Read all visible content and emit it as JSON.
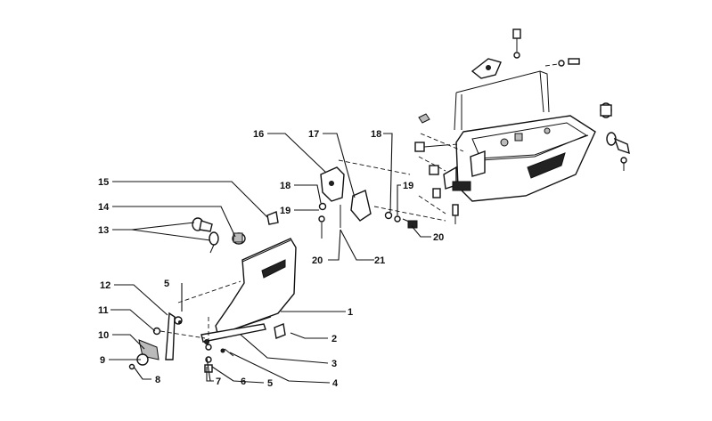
{
  "callouts": [
    {
      "id": "c1",
      "text": "1"
    },
    {
      "id": "c2",
      "text": "2"
    },
    {
      "id": "c3",
      "text": "3"
    },
    {
      "id": "c4",
      "text": "4"
    },
    {
      "id": "c5a",
      "text": "5"
    },
    {
      "id": "c5b",
      "text": "5"
    },
    {
      "id": "c6",
      "text": "6"
    },
    {
      "id": "c7",
      "text": "7"
    },
    {
      "id": "c8",
      "text": "8"
    },
    {
      "id": "c9",
      "text": "9"
    },
    {
      "id": "c10",
      "text": "10"
    },
    {
      "id": "c11",
      "text": "11"
    },
    {
      "id": "c12",
      "text": "12"
    },
    {
      "id": "c13",
      "text": "13"
    },
    {
      "id": "c14",
      "text": "14"
    },
    {
      "id": "c15",
      "text": "15"
    },
    {
      "id": "c16",
      "text": "16"
    },
    {
      "id": "c17",
      "text": "17"
    },
    {
      "id": "c18a",
      "text": "18"
    },
    {
      "id": "c18b",
      "text": "18"
    },
    {
      "id": "c19a",
      "text": "19"
    },
    {
      "id": "c19b",
      "text": "19"
    },
    {
      "id": "c20a",
      "text": "20"
    },
    {
      "id": "c20b",
      "text": "20"
    },
    {
      "id": "c21",
      "text": "21"
    }
  ]
}
